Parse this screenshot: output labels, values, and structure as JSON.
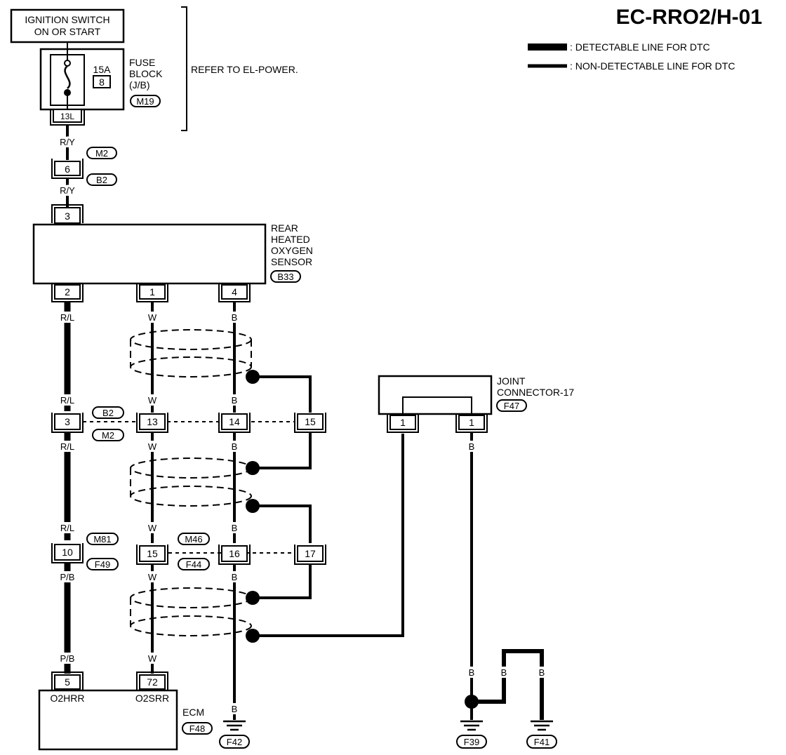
{
  "title": "EC-RRO2/H-01",
  "legend": {
    "detectable": ": DETECTABLE LINE FOR DTC",
    "non_detectable": ": NON-DETECTABLE LINE FOR DTC"
  },
  "ignition": {
    "line1": "IGNITION SWITCH",
    "line2": "ON OR START"
  },
  "fuse": {
    "amp": "15A",
    "number": "8",
    "label1": "FUSE",
    "label2": "BLOCK",
    "label3": "(J/B)",
    "conn": "M19",
    "pin": "13L"
  },
  "refer_note": "REFER TO EL-POWER.",
  "sensor": {
    "label1": "REAR",
    "label2": "HEATED",
    "label3": "OXYGEN",
    "label4": "SENSOR",
    "conn": "B33",
    "pin_top": "3",
    "pin_a": "2",
    "pin_b": "1",
    "pin_c": "4"
  },
  "joint": {
    "label1": "JOINT",
    "label2": "CONNECTOR-17",
    "conn": "F47",
    "pin_a": "1",
    "pin_b": "1"
  },
  "ecm": {
    "label": "ECM",
    "conn": "F48",
    "pin_a": "5",
    "pin_b": "72",
    "name_a": "O2HRR",
    "name_b": "O2SRR"
  },
  "connectors": {
    "c6": {
      "pin": "6",
      "top": "M2",
      "bottom": "B2"
    },
    "c3": {
      "pin": "3",
      "top": "B2",
      "bottom": "M2"
    },
    "c13": {
      "pin": "13"
    },
    "c14": {
      "pin": "14"
    },
    "c15": {
      "pin": "15"
    },
    "c10": {
      "pin": "10",
      "top": "M81",
      "bottom": "F49"
    },
    "c15b": {
      "pin": "15",
      "top": "M46",
      "bottom": "F44"
    },
    "c16": {
      "pin": "16"
    },
    "c17": {
      "pin": "17"
    }
  },
  "wires": {
    "ry": "R/Y",
    "rl": "R/L",
    "pb": "P/B",
    "w": "W",
    "b": "B"
  },
  "grounds": {
    "g1": "F42",
    "g2": "F39",
    "g3": "F41"
  }
}
